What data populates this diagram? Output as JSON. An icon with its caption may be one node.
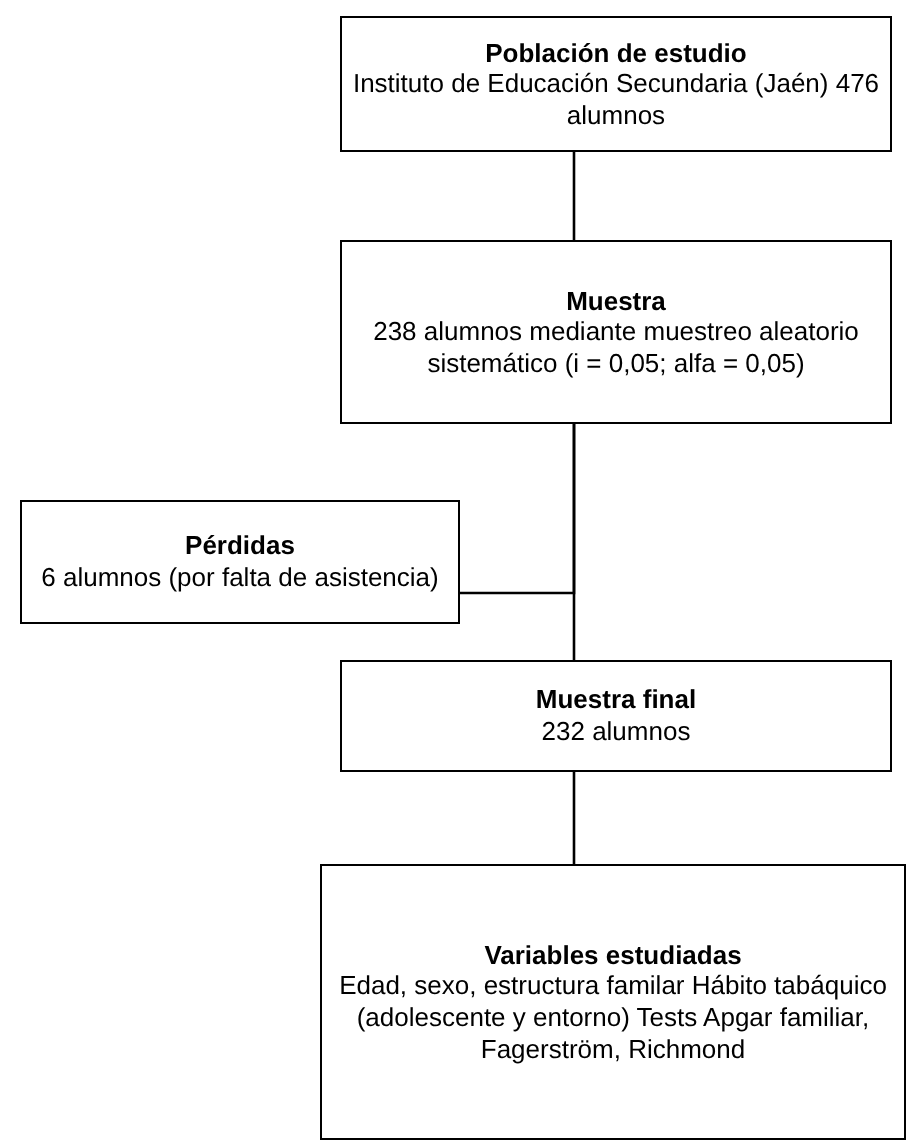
{
  "diagram": {
    "nodes": [
      {
        "text": [
          "Población de estudio",
          "Instituto de Educación Secundaria (Jaén) 476 alumnos"
        ]
      },
      {
        "text": [
          "Muestra",
          "238 alumnos mediante muestreo aleatorio sistemático (i = 0,05; alfa = 0,05)"
        ]
      },
      {
        "text": [
          "Pérdidas",
          "6 alumnos (por falta de asistencia)"
        ]
      },
      {
        "text": [
          "Muestra final",
          "232 alumnos"
        ]
      },
      {
        "text": [
          "Variables estudiadas",
          "Edad, sexo, estructura familar Hábito tabáquico (adolescente y entorno) Tests Apgar familiar, Fagerström, Richmond"
        ]
      }
    ],
    "edges": [
      {
        "from": 0,
        "to": 1,
        "arrow": "none"
      },
      {
        "from": 1,
        "to": 2,
        "arrow": "none"
      },
      {
        "from": 1,
        "to": 3,
        "arrow": "none"
      },
      {
        "from": 3,
        "to": 4,
        "arrow": "none"
      }
    ]
  }
}
